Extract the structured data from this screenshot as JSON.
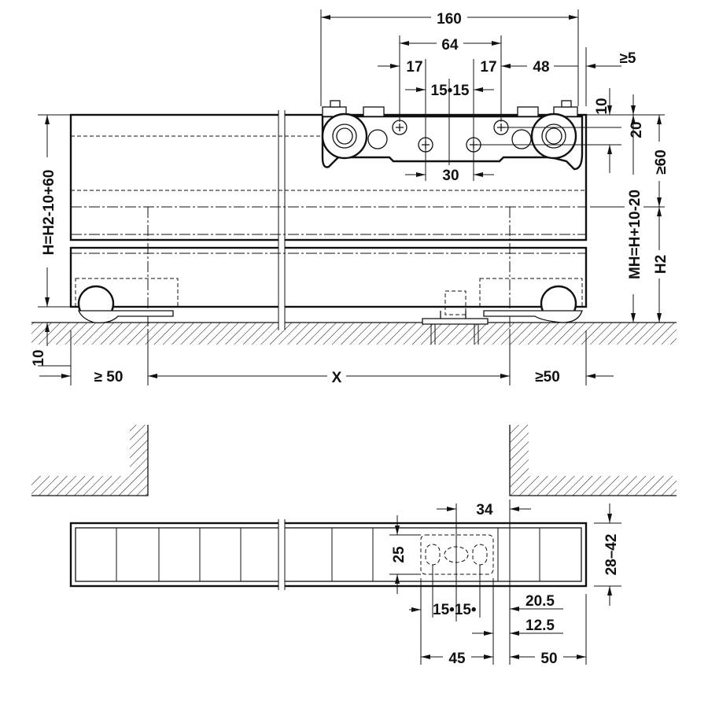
{
  "title": "Sliding door fitting dimension drawing",
  "elevation": {
    "dim_overall": "160",
    "dim_hole_span": "64",
    "dim_left_offset": "17",
    "dim_right_offset": "17",
    "dim_right_edge": "48",
    "dim_clearance_top": "≥5",
    "dim_center_split": "15•15",
    "dim_lower_holes": "30",
    "dim_top_10": "10",
    "dim_20": "20",
    "dim_min_60": "≥60",
    "dim_height_formula": "H=H2-10+60",
    "dim_mount_height": "MH=H+10-20",
    "dim_h2": "H2",
    "dim_floor_10": "10",
    "dim_left_min": "≥ 50",
    "dim_x": "X",
    "dim_right_min": "≥50"
  },
  "plan": {
    "dim_34": "34",
    "dim_25": "25",
    "dim_thickness": "28–42",
    "dim_15_15": "15•15•",
    "dim_20_5": "20.5",
    "dim_12_5": "12.5",
    "dim_45": "45",
    "dim_50": "50"
  }
}
